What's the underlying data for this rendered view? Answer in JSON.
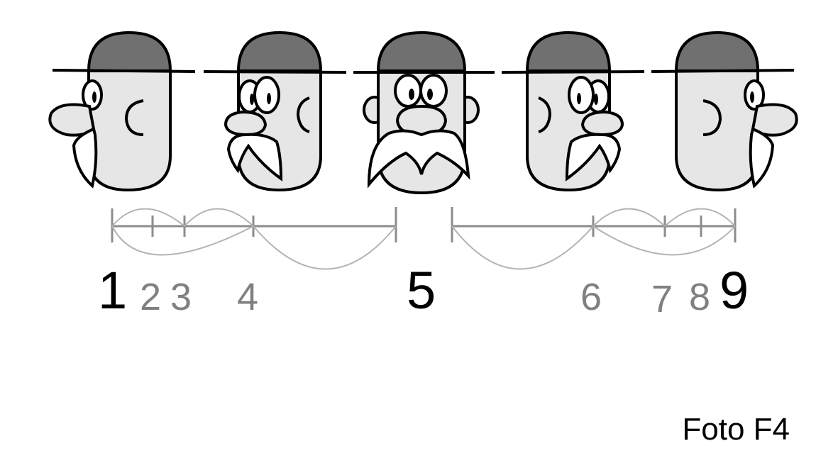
{
  "frames": [
    {
      "label": "1",
      "kind": "key"
    },
    {
      "label": "2",
      "kind": "between"
    },
    {
      "label": "3",
      "kind": "between"
    },
    {
      "label": "4",
      "kind": "between"
    },
    {
      "label": "5",
      "kind": "key"
    },
    {
      "label": "6",
      "kind": "between"
    },
    {
      "label": "7",
      "kind": "between"
    },
    {
      "label": "8",
      "kind": "between"
    },
    {
      "label": "9",
      "kind": "key"
    }
  ],
  "caption": "Foto F4",
  "colors": {
    "hat": "#707070",
    "face": "#e6e6e6",
    "outline": "#000000",
    "timeline": "#8c8c8c",
    "arc": "#b4b4b4",
    "key_number": "#000000",
    "between_number": "#808080"
  }
}
